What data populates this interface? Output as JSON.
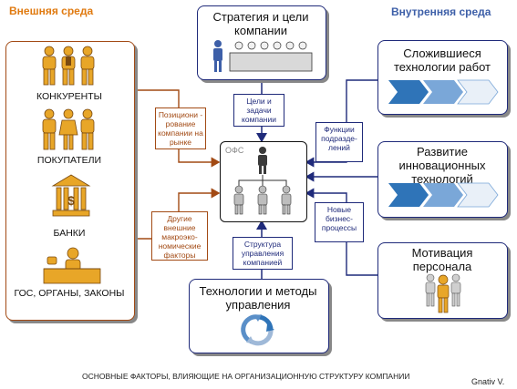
{
  "headers": {
    "external": "Внешняя среда",
    "internal": "Внутренняя среда"
  },
  "external": {
    "competitors": "КОНКУРЕНТЫ",
    "buyers": "ПОКУПАТЕЛИ",
    "banks": "БАНКИ",
    "government": "ГОС, ОРГАНЫ, ЗАКОНЫ"
  },
  "center": {
    "strategy": "Стратегия и цели компании",
    "technology_methods": "Технологии и методы управления",
    "ofs": "ОФС"
  },
  "internal": {
    "tech_work": "Сложившиеся технологии работ",
    "innovation": "Развитие инновационных технологий",
    "motivation": "Мотивация персонала"
  },
  "notes": {
    "goals": "Цели и задачи компании",
    "positioning": "Позициони - рование компании на рынке",
    "macro": "Другие внешние макроэко- номические факторы",
    "functions": "Функции подразде- лений",
    "processes": "Новые бизнес- процессы",
    "structure": "Структура управления компанией"
  },
  "footer": {
    "caption": "ОСНОВНЫЕ ФАКТОРЫ, ВЛИЯЮЩИЕ НА ОРГАНИЗАЦИОННУЮ СТРУКТУРУ КОМПАНИИ",
    "author": "Gnativ V."
  },
  "colors": {
    "navy": "#1f2a7a",
    "brown": "#a24a14",
    "orange_header": "#e07a10",
    "blue_header": "#3d5fa8",
    "arrow_blue": "#2f74b8"
  }
}
